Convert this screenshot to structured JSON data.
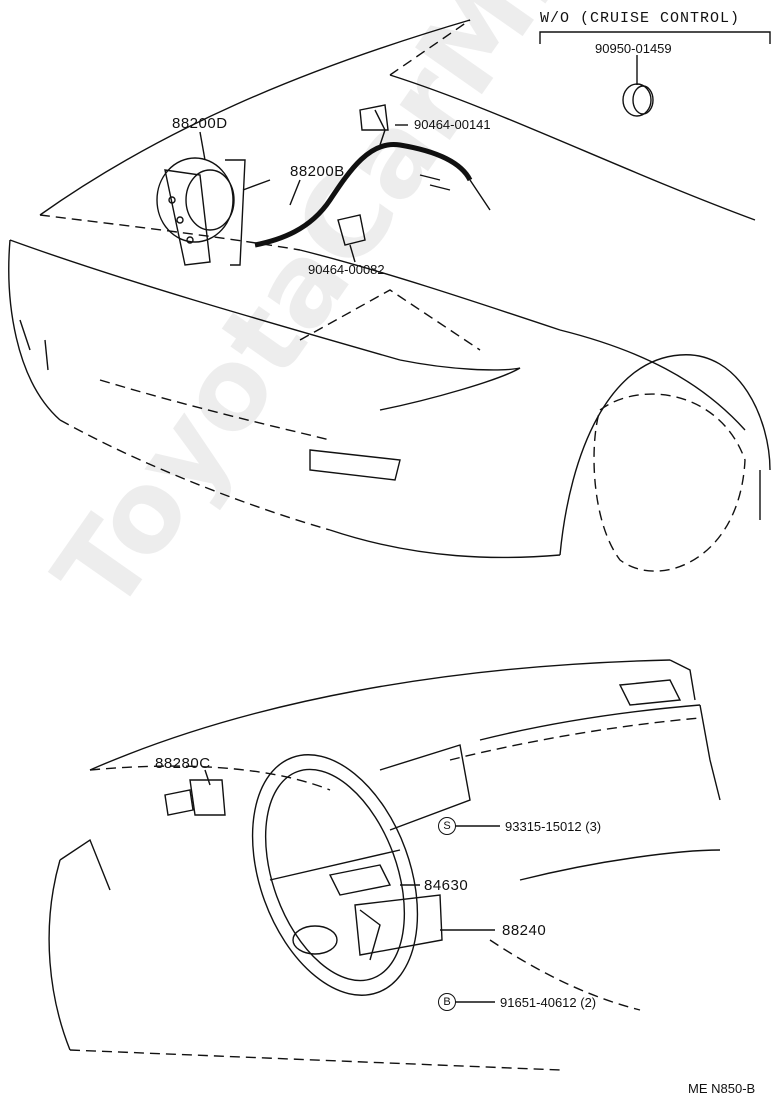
{
  "watermark": "ToyotaCarMine.ru",
  "variant_header": "W/O (CRUISE CONTROL)",
  "labels": {
    "p90950": "90950-01459",
    "p88200d": "88200D",
    "p90464_141": "90464-00141",
    "p88200b": "88200B",
    "p90464_082": "90464-00082",
    "p88280c": "88280C",
    "p93315": "93315-15012 (3)",
    "p84630": "84630",
    "p88240": "88240",
    "p91651": "91651-40612 (2)"
  },
  "symbols": {
    "s": "S",
    "b": "B"
  },
  "footer_code": "ME  N850-B"
}
